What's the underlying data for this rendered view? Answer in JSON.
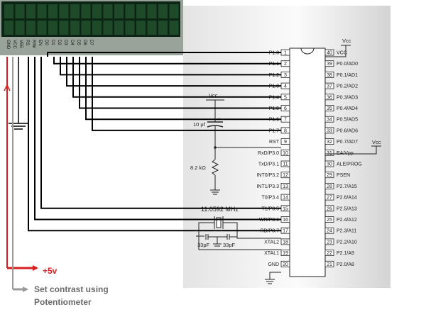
{
  "lcd": {
    "pins": [
      "1 GND",
      "2 VCC",
      "3 VEE",
      "4 RS",
      "5 R/W",
      "6 EN",
      "7 D0",
      "8 D1",
      "9 D2",
      "10 D3",
      "11 D4",
      "12 D5",
      "13 D6",
      "14 D7"
    ],
    "pin_labels": [
      "GND",
      "VCC",
      "VEE",
      "RS",
      "R/W",
      "EN",
      "D0",
      "D1",
      "D2",
      "D3",
      "D4",
      "D5",
      "D6",
      "D7"
    ]
  },
  "chip": {
    "left_pins": [
      {
        "num": "1",
        "label": "P1.0"
      },
      {
        "num": "2",
        "label": "P1.1"
      },
      {
        "num": "3",
        "label": "P1.2"
      },
      {
        "num": "4",
        "label": "P1.3"
      },
      {
        "num": "5",
        "label": "P1.4"
      },
      {
        "num": "6",
        "label": "P1.5"
      },
      {
        "num": "7",
        "label": "P1.6"
      },
      {
        "num": "8",
        "label": "P1.7"
      },
      {
        "num": "9",
        "label": "RST"
      },
      {
        "num": "10",
        "label": "RxD/P3.0"
      },
      {
        "num": "11",
        "label": "TxD/P3.1"
      },
      {
        "num": "12",
        "label": "INT0/P3.2"
      },
      {
        "num": "13",
        "label": "INT1/P3.3"
      },
      {
        "num": "14",
        "label": "T0/P3.4"
      },
      {
        "num": "15",
        "label": "T1/P3.5"
      },
      {
        "num": "16",
        "label": "WR/P3.6"
      },
      {
        "num": "17",
        "label": "RD/P3.7"
      },
      {
        "num": "18",
        "label": "XTAL2"
      },
      {
        "num": "19",
        "label": "XTAL1"
      },
      {
        "num": "20",
        "label": "GND"
      }
    ],
    "right_pins": [
      {
        "num": "40",
        "label": "VCC"
      },
      {
        "num": "39",
        "label": "P0.0/AD0"
      },
      {
        "num": "38",
        "label": "P0.1/AD1"
      },
      {
        "num": "37",
        "label": "P0.2/AD2"
      },
      {
        "num": "36",
        "label": "P0.3/AD3"
      },
      {
        "num": "35",
        "label": "P0.4/AD4"
      },
      {
        "num": "34",
        "label": "P0.5/AD5"
      },
      {
        "num": "33",
        "label": "P0.6/AD6"
      },
      {
        "num": "32",
        "label": "P0.7/AD7"
      },
      {
        "num": "31",
        "label": "EA/Vpp"
      },
      {
        "num": "30",
        "label": "ALE/PROG"
      },
      {
        "num": "29",
        "label": "PSEN"
      },
      {
        "num": "28",
        "label": "P2.7/A15"
      },
      {
        "num": "27",
        "label": "P2.6/A14"
      },
      {
        "num": "26",
        "label": "P2.5/A13"
      },
      {
        "num": "25",
        "label": "P2.4/A12"
      },
      {
        "num": "24",
        "label": "P2.3/A11"
      },
      {
        "num": "23",
        "label": "P2.2/A10"
      },
      {
        "num": "22",
        "label": "P2.1/A9"
      },
      {
        "num": "21",
        "label": "P2.0/A8"
      }
    ]
  },
  "components": {
    "vcc_top": "Vcc",
    "vcc_right": "Vcc",
    "vcc_reset": "Vcc",
    "capacitor": "10 µf",
    "resistor": "8.2 kΩ",
    "crystal": "11.0592 MHz",
    "cap1": "33pF",
    "cap2": "33pF"
  },
  "annotations": {
    "plus5v": "+5v",
    "contrast_line1": "Set contrast using",
    "contrast_line2": "Potentiometer"
  },
  "colors": {
    "wire": "#000000",
    "supply_wire": "#d62020",
    "contrast_wire": "#9a9a9a",
    "lcd_bezel": "#9aa39a",
    "lcd_screen": "#0c2414",
    "lcd_cell": "#1f4a2a"
  }
}
